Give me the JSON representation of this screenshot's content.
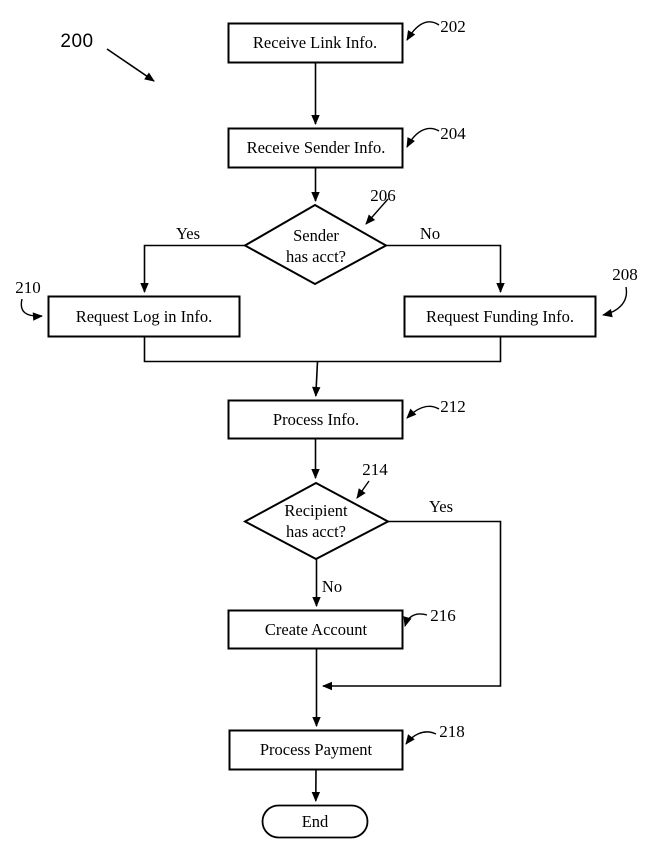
{
  "figure": {
    "number": "200"
  },
  "nodes": {
    "receive_link": {
      "label": "Receive Link Info.",
      "ref": "202"
    },
    "receive_sender": {
      "label": "Receive Sender Info.",
      "ref": "204"
    },
    "sender_decision": {
      "line1": "Sender",
      "line2": "has acct?",
      "ref": "206"
    },
    "request_login": {
      "label": "Request Log in Info.",
      "ref": "210"
    },
    "request_funding": {
      "label": "Request Funding Info.",
      "ref": "208"
    },
    "process_info": {
      "label": "Process Info.",
      "ref": "212"
    },
    "recipient_decision": {
      "line1": "Recipient",
      "line2": "has acct?",
      "ref": "214"
    },
    "create_account": {
      "label": "Create Account",
      "ref": "216"
    },
    "process_payment": {
      "label": "Process Payment",
      "ref": "218"
    },
    "end_node": {
      "label": "End"
    }
  },
  "branches": {
    "sender_yes": "Yes",
    "sender_no": "No",
    "recipient_yes": "Yes",
    "recipient_no": "No"
  },
  "colors": {
    "ink": "#000000",
    "background": "#ffffff"
  }
}
